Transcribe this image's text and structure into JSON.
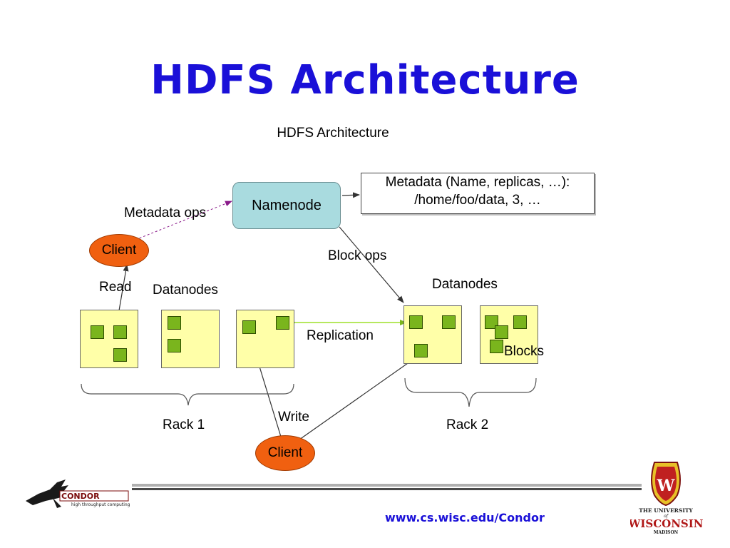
{
  "slide": {
    "title": "HDFS Architecture",
    "footer_url": "www.cs.wisc.edu/Condor"
  },
  "diagram": {
    "heading": "HDFS Architecture",
    "namenode": "Namenode",
    "metadata_line1": "Metadata (Name, replicas, …):",
    "metadata_line2": "/home/foo/data, 3, …",
    "metadata_ops": "Metadata ops",
    "block_ops": "Block ops",
    "client_top": "Client",
    "client_bottom": "Client",
    "read": "Read",
    "write": "Write",
    "datanodes_left": "Datanodes",
    "datanodes_right": "Datanodes",
    "replication": "Replication",
    "blocks": "Blocks",
    "rack1": "Rack 1",
    "rack2": "Rack 2"
  },
  "logos": {
    "condor_name": "CONDOR",
    "condor_tagline": "high throughput computing",
    "uw_line1": "THE UNIVERSITY",
    "uw_of": "of",
    "uw_line2": "WISCONSIN",
    "uw_line3": "MADISON",
    "uw_crest": "W"
  },
  "colors": {
    "title": "#1a10d8",
    "namenode": "#a9dbdf",
    "client": "#f06010",
    "datanode": "#ffffa8",
    "block": "#7ab51d",
    "replication_line": "#9ee02a",
    "metadata_ops_line": "#8a1a8a"
  }
}
